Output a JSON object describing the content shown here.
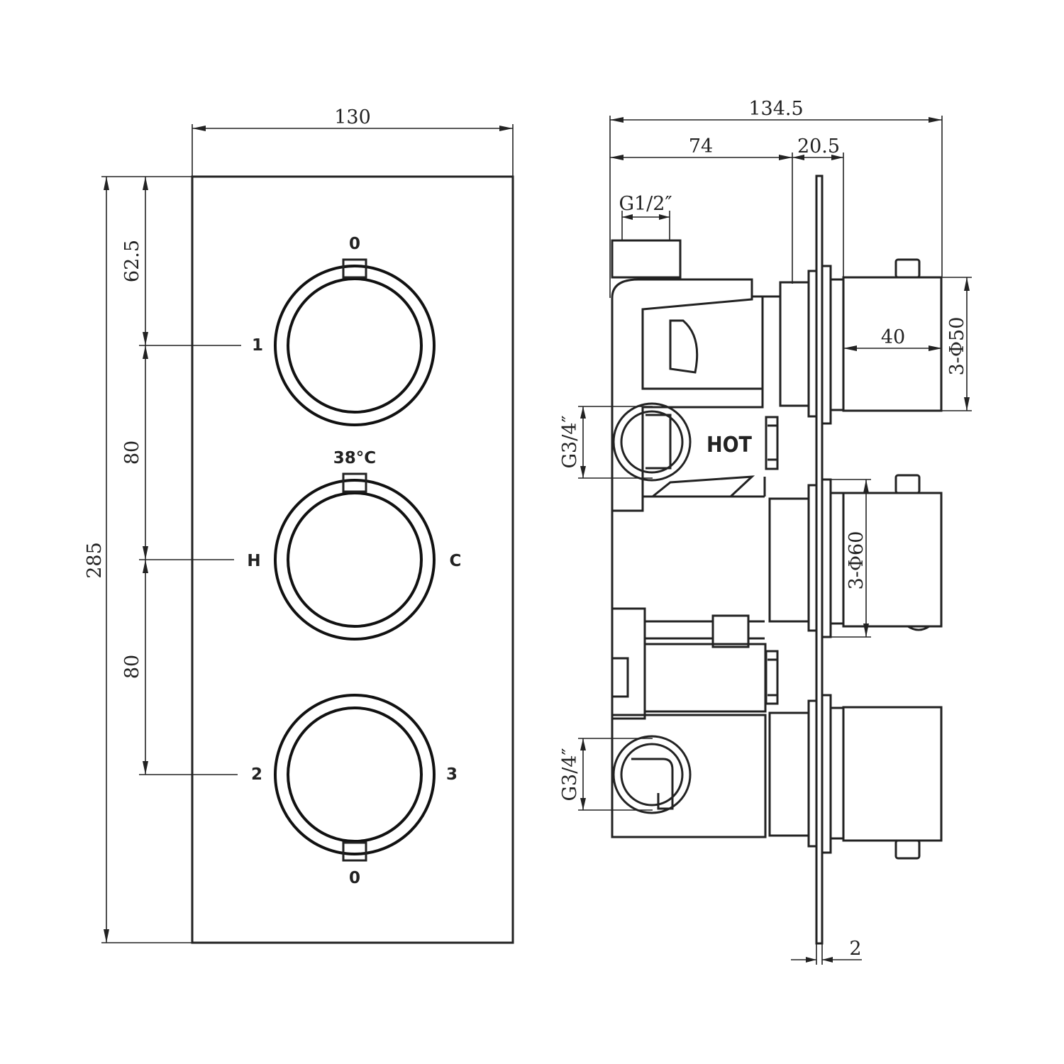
{
  "front_view": {
    "dim_width": "130",
    "dim_height": "285",
    "dim_top_offset": "62.5",
    "dim_spacing_upper": "80",
    "dim_spacing_lower": "80",
    "knob_top": {
      "top_mark": "0",
      "side_mark": "1"
    },
    "knob_middle": {
      "top_mark": "38°C",
      "left_mark": "H",
      "right_mark": "C"
    },
    "knob_bottom": {
      "bottom_mark": "0",
      "left_mark": "2",
      "right_mark": "3"
    }
  },
  "side_view": {
    "dim_total_depth": "134.5",
    "dim_body_depth": "74",
    "dim_plate_to_handle": "20.5",
    "dim_outlet_thread": "G1/2″",
    "dim_inlet_thread_upper": "G3/4″",
    "dim_inlet_thread_lower": "G3/4″",
    "dim_handle_length": "40",
    "dim_handle_diameter": "3-Φ50",
    "dim_collar_diameter": "3-Φ60",
    "dim_plate_thickness": "2",
    "inlet_label": "HOT"
  }
}
